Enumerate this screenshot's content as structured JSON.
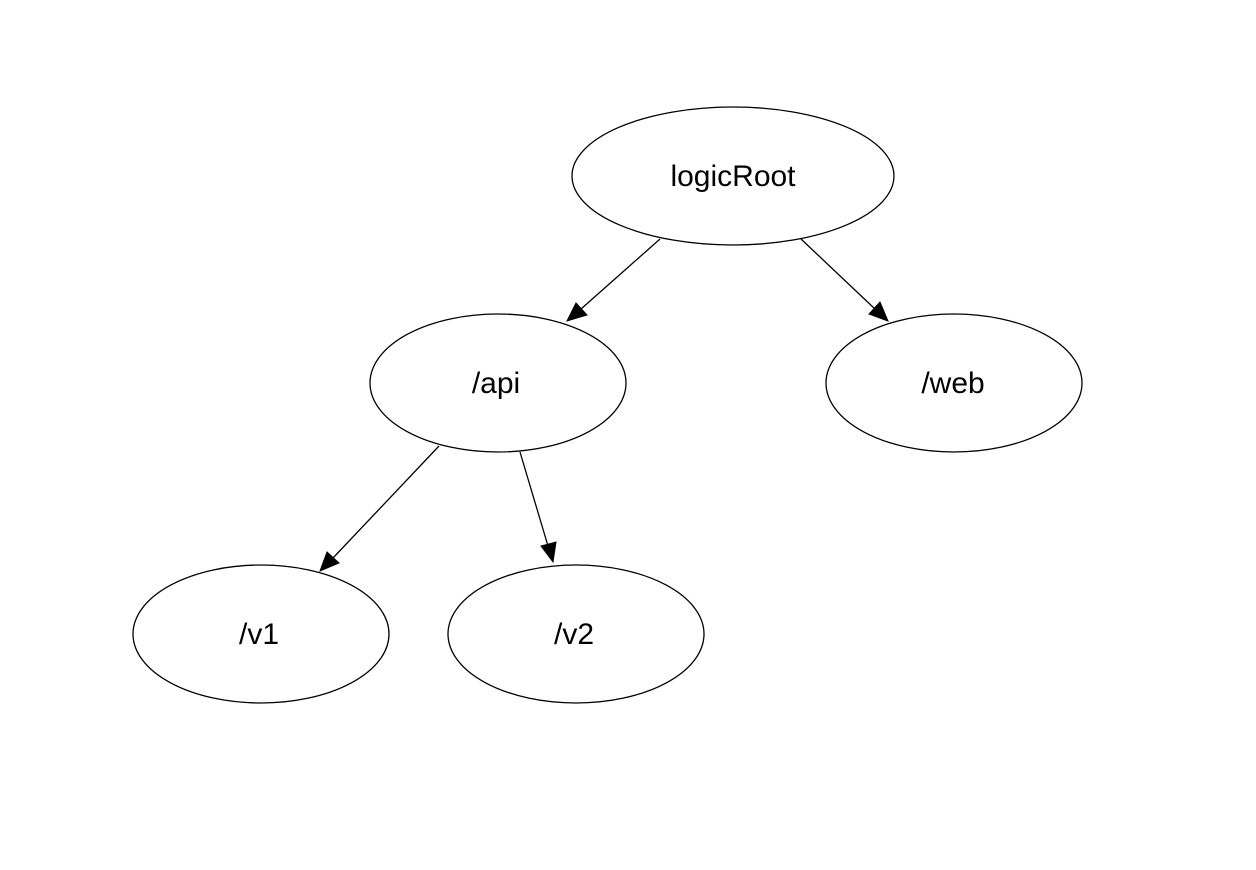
{
  "diagram": {
    "nodes": [
      {
        "id": "logicRoot",
        "label": "logicRoot"
      },
      {
        "id": "api",
        "label": "/api"
      },
      {
        "id": "web",
        "label": "/web"
      },
      {
        "id": "v1",
        "label": "/v1"
      },
      {
        "id": "v2",
        "label": "/v2"
      }
    ],
    "edges": [
      {
        "from": "logicRoot",
        "to": "api"
      },
      {
        "from": "logicRoot",
        "to": "web"
      },
      {
        "from": "api",
        "to": "v1"
      },
      {
        "from": "api",
        "to": "v2"
      }
    ]
  }
}
